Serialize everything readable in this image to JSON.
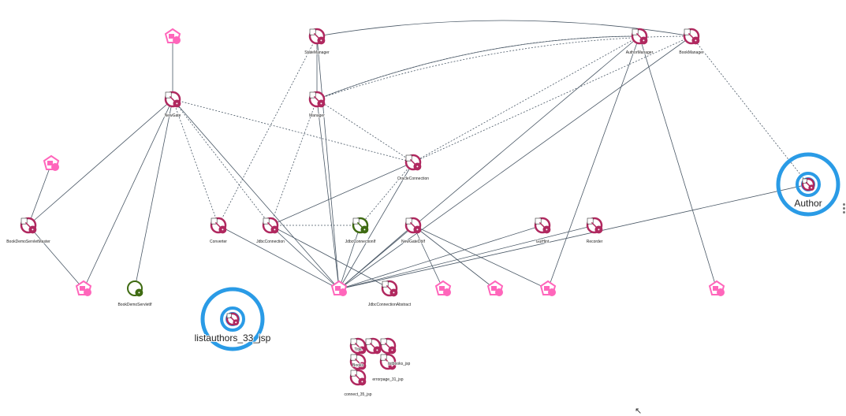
{
  "colors": {
    "class_node": "#b0285f",
    "interface_node": "#3f6b12",
    "package_node": "#ff66bb",
    "highlight_ring": "#2a9be6",
    "edge": "#4a5866"
  },
  "nodes": {
    "newgate": "NewGate",
    "statemanager": "StateManager",
    "manager": "Manager",
    "authormanager": "AuthorManager",
    "bookmanager": "BookManager",
    "oracleconnection": "OracleConnection",
    "bookdemoservletmaster": "BookDemoServletMaster",
    "converter": "Converter",
    "jdbcconnection": "JdbcConnection",
    "jdbcconnectionif": "JdbcConnectionIf",
    "newgatedbif": "NewGateDbIf",
    "guihint": "GuiHint",
    "recorder": "Recorder",
    "bookdemoservletif": "BookDemoServletIf",
    "jdbcconnectionabstract": "JdbcConnectionAbstract",
    "author": "Author",
    "listauthors": "listauthors_33_jsp",
    "c_title": "Title",
    "c_listbooks": "listbooks_jsp",
    "c_errorpage": "errorpage_31_jsp",
    "c_books": "Books",
    "c_connect": "connect_35_jsp"
  }
}
